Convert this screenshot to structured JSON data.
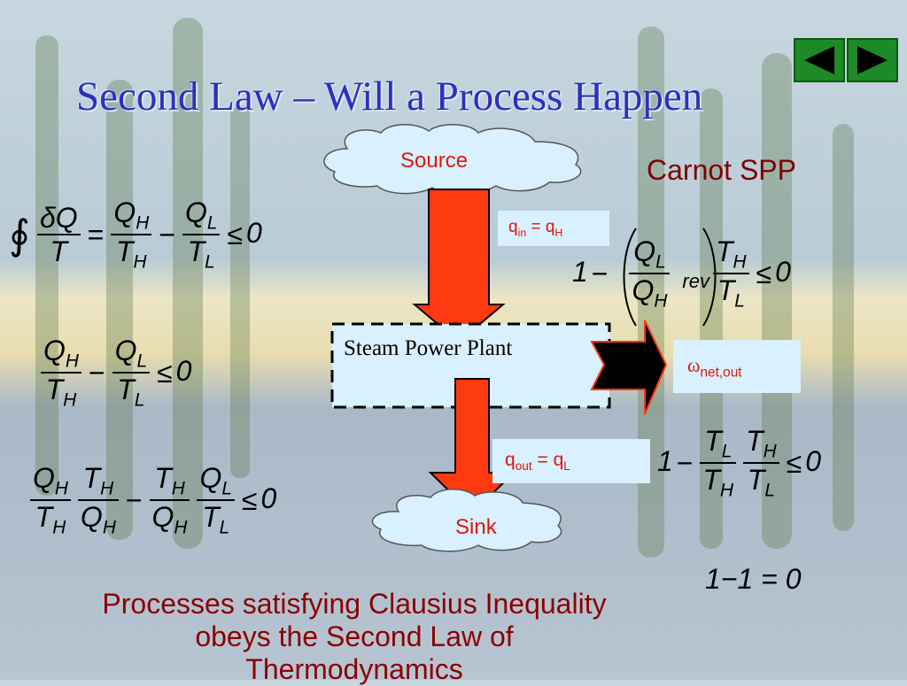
{
  "slide": {
    "title": "Second Law – Will a Process Happen",
    "carnot_heading": "Carnot SPP",
    "caption_line1": "Processes satisfying Clausius Inequality",
    "caption_line2": "obeys the Second Law of",
    "caption_line3": "Thermodynamics"
  },
  "nav": {
    "prev_icon": "triangle-left-icon",
    "next_icon": "triangle-right-icon",
    "color": "#1d8a27"
  },
  "diagram": {
    "source_label": "Source",
    "sink_label": "Sink",
    "plant_label": "Steam Power Plant",
    "q_in": "q",
    "q_in_sub": "in",
    "q_in_eq": " = q",
    "q_in_eq_sub": "H",
    "q_out": "q",
    "q_out_sub": "out",
    "q_out_eq": " = q",
    "q_out_eq_sub": "L",
    "work_symbol": "ω",
    "work_sub": "net,out",
    "arrow_color": "#ff3a10",
    "cloud_color": "#d9f1ff"
  },
  "equations": {
    "eq1": {
      "oint": "∮",
      "dQ": "δQ",
      "T": "T",
      "eq": "=",
      "QH": "Q",
      "H": "H",
      "TH": "T",
      "minus": "−",
      "QL": "Q",
      "L": "L",
      "TL": "T",
      "le": "≤",
      "zero": "0"
    },
    "eq2": {
      "QH": "Q",
      "H": "H",
      "TH": "T",
      "minus": "−",
      "QL": "Q",
      "L": "L",
      "TL": "T",
      "le": "≤",
      "zero": "0"
    },
    "eq3": {
      "QH": "Q",
      "H": "H",
      "TH": "T",
      "QH2": "Q",
      "minus": "−",
      "TL": "T",
      "QL": "Q",
      "L": "L",
      "le": "≤",
      "zero": "0"
    },
    "carnot1": {
      "one": "1",
      "minus": "−",
      "QL": "Q",
      "L": "L",
      "QH": "Q",
      "H": "H",
      "rev": "rev",
      "TH": "T",
      "TL": "T",
      "le": "≤",
      "zero": "0"
    },
    "carnot2": {
      "one": "1",
      "minus": "−",
      "TL": "T",
      "L": "L",
      "TH": "T",
      "H": "H",
      "le": "≤",
      "zero": "0"
    },
    "carnot3": {
      "expr": "1−1 = 0"
    }
  }
}
